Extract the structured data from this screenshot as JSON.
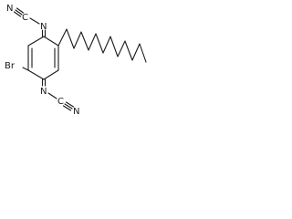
{
  "molecule": {
    "atoms": {
      "bromo": "Br",
      "top_n": "N",
      "top_c": "C",
      "top_n_term": "N",
      "bottom_n": "N",
      "bottom_c": "C",
      "bottom_n_term": "N"
    }
  }
}
